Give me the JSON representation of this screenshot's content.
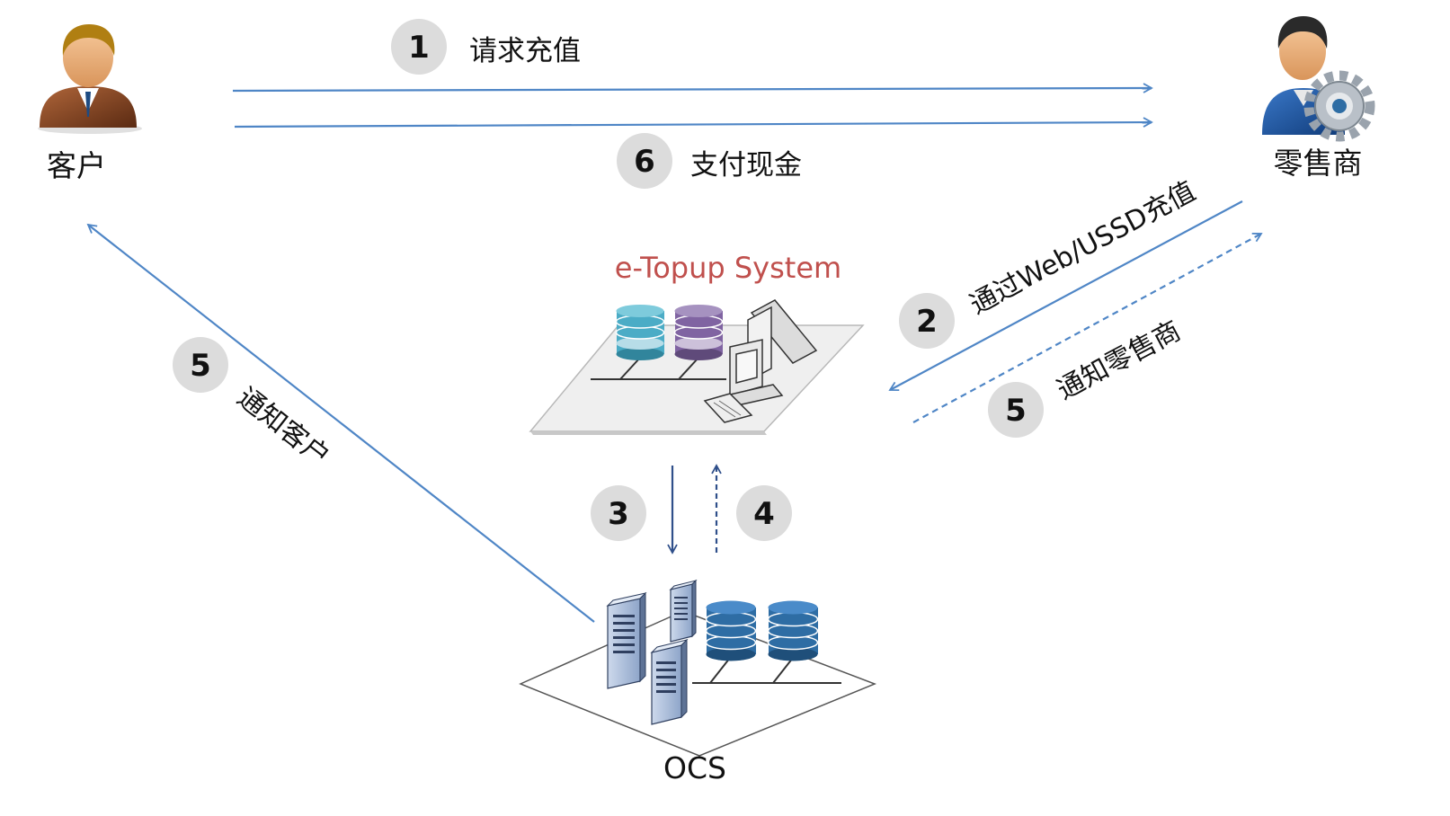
{
  "actors": {
    "customer": {
      "label": "客户"
    },
    "retailer": {
      "label": "零售商"
    }
  },
  "systems": {
    "etopup": {
      "label": "e-Topup System"
    },
    "ocs": {
      "label": "OCS"
    }
  },
  "steps": [
    {
      "id": "s1",
      "number": "1",
      "label": "请求充值"
    },
    {
      "id": "s6",
      "number": "6",
      "label": "支付现金"
    },
    {
      "id": "s2",
      "number": "2",
      "label": "通过Web/USSD充值"
    },
    {
      "id": "s5r",
      "number": "5",
      "label": "通知零售商"
    },
    {
      "id": "s5c",
      "number": "5",
      "label": "通知客户"
    },
    {
      "id": "s3",
      "number": "3",
      "label": ""
    },
    {
      "id": "s4",
      "number": "4",
      "label": ""
    }
  ],
  "colors": {
    "arrow_blue": "#4f86c6",
    "arrow_dark": "#2f4f8a",
    "badge_fill": "#dcdcdc",
    "title_red": "#c0504d",
    "db_teal": "#4bacc6",
    "db_purple": "#8064a2",
    "db_navy": "#2e6da4"
  }
}
